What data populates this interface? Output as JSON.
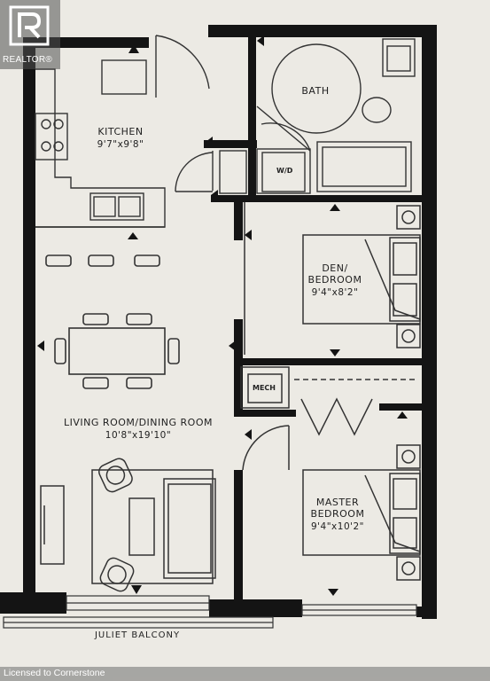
{
  "watermark": {
    "brand": "REALTOR",
    "registered": "®"
  },
  "rooms": [
    {
      "key": "kitchen",
      "name": "KITCHEN",
      "dim": "9'7\"x9'8\""
    },
    {
      "key": "bath",
      "name": "BATH",
      "dim": ""
    },
    {
      "key": "den",
      "name": "DEN/",
      "name2": "BEDROOM",
      "dim": "9'4\"x8'2\""
    },
    {
      "key": "living",
      "name": "LIVING ROOM/DINING ROOM",
      "dim": "10'8\"x19'10\""
    },
    {
      "key": "master",
      "name": "MASTER",
      "name2": "BEDROOM",
      "dim": "9'4\"x10'2\""
    }
  ],
  "fixtures": {
    "wd": "W/D",
    "mech": "MECH"
  },
  "balcony": "JULIET BALCONY",
  "footer": "Licensed to Cornerstone",
  "colors": {
    "wall": "#141414",
    "paper": "#eceae4",
    "line": "#333333"
  }
}
